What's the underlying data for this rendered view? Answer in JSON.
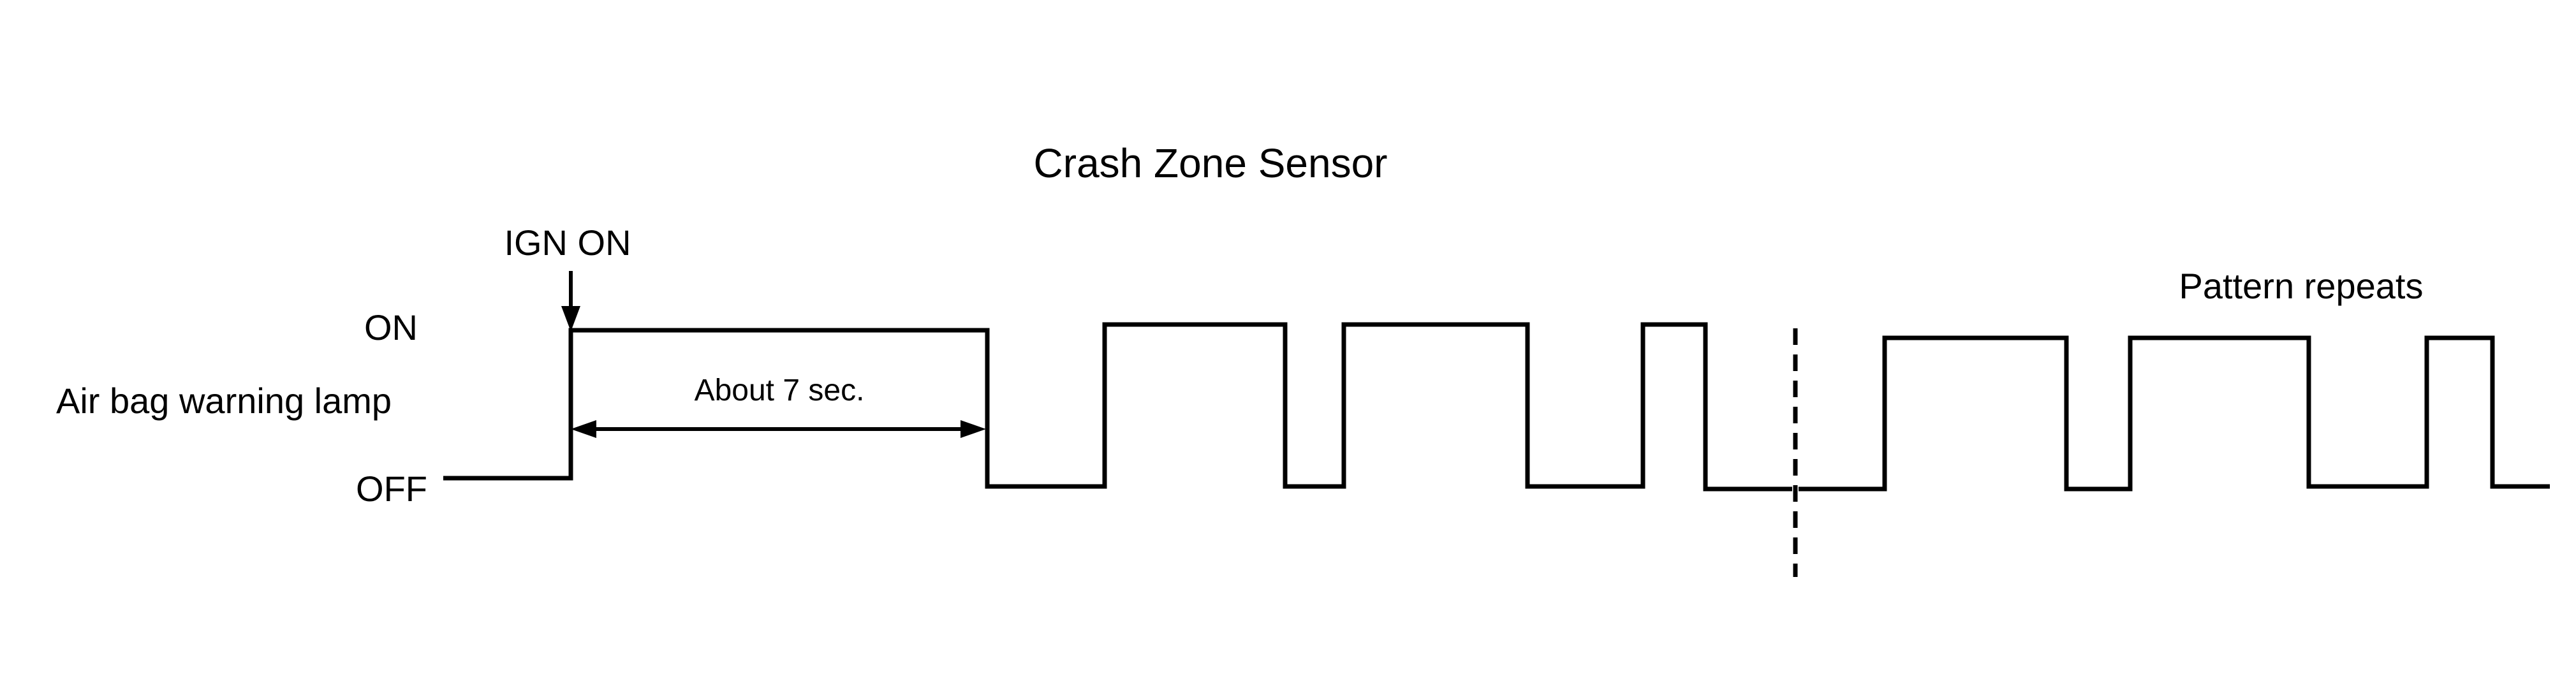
{
  "title": "Crash Zone Sensor",
  "signal": {
    "name": "Air bag warning lamp",
    "high_label": "ON",
    "low_label": "OFF"
  },
  "annotations": {
    "ign_on": "IGN ON",
    "duration": "About 7 sec.",
    "repeat_note": "Pattern repeats"
  }
}
